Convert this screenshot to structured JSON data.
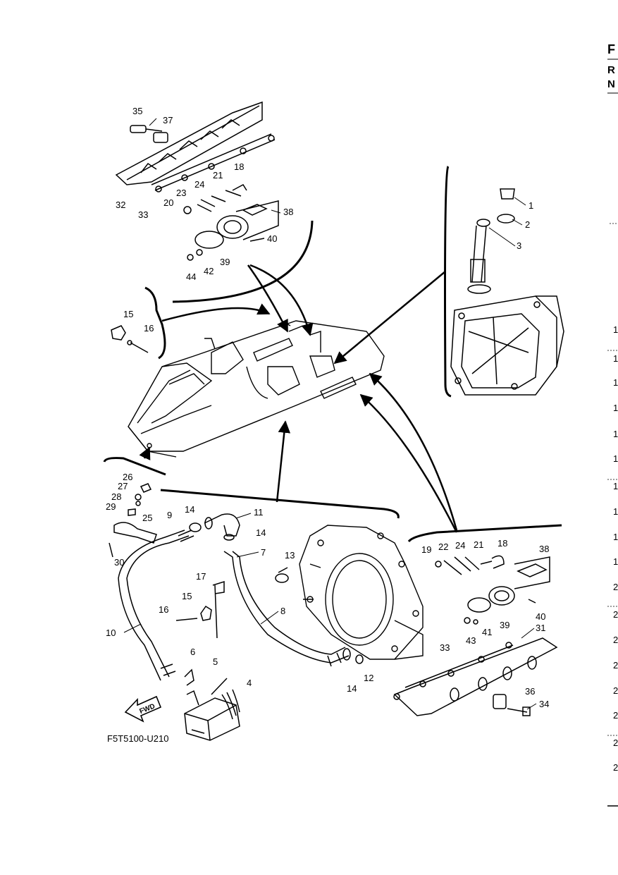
{
  "diagram": {
    "code": "F5T5100-U210",
    "fwd_label": "FWD",
    "callouts": [
      "1",
      "2",
      "3",
      "4",
      "5",
      "6",
      "7",
      "8",
      "9",
      "10",
      "11",
      "12",
      "13",
      "14",
      "14",
      "14",
      "15",
      "15",
      "16",
      "16",
      "17",
      "18",
      "18",
      "19",
      "20",
      "21",
      "21",
      "22",
      "23",
      "24",
      "24",
      "25",
      "26",
      "27",
      "28",
      "29",
      "30",
      "31",
      "32",
      "33",
      "33",
      "34",
      "35",
      "36",
      "37",
      "38",
      "38",
      "39",
      "39",
      "40",
      "40",
      "41",
      "42",
      "43",
      "44"
    ]
  },
  "right_edge": {
    "header": [
      "F",
      "R",
      "N"
    ],
    "row_marks": [
      "1",
      "1",
      "1",
      "1",
      "1",
      "1",
      "1",
      "1",
      "1",
      "1",
      "2",
      "2",
      "2",
      "2",
      "2",
      "2",
      "2",
      "2"
    ]
  }
}
